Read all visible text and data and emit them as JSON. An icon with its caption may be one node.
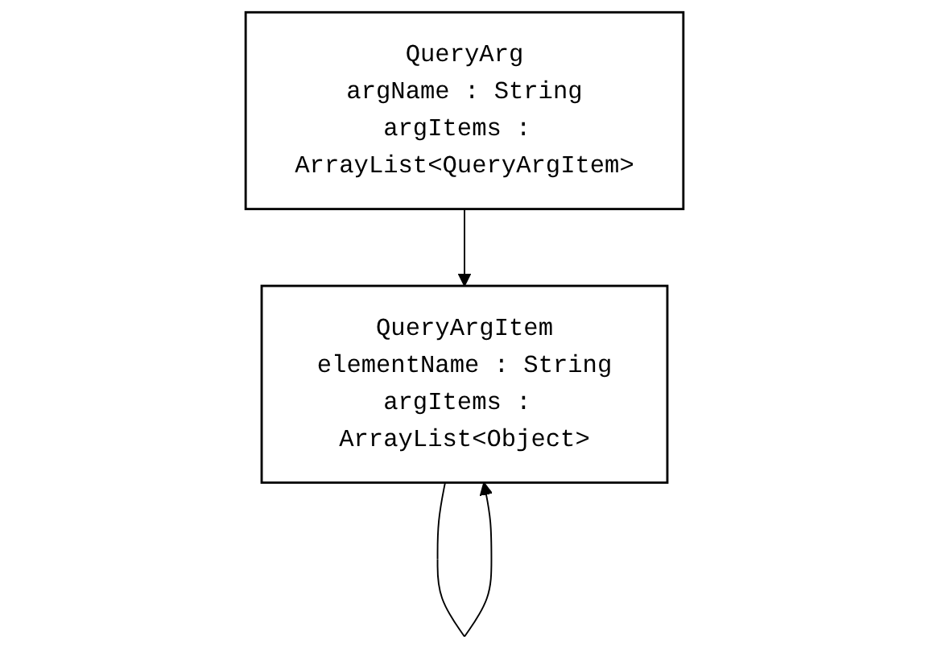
{
  "diagram": {
    "nodes": [
      {
        "text": [
          "QueryArg",
          "argName : String",
          "argItems : ArrayList<QueryArgItem>"
        ]
      },
      {
        "text": [
          "QueryArgItem",
          "elementName : String",
          "argItems : ArrayList<Object>"
        ]
      }
    ],
    "edges": [
      {
        "from": 0,
        "to": 1,
        "arrow": "to"
      },
      {
        "from": 1,
        "to": 1,
        "arrow": "to"
      }
    ]
  }
}
